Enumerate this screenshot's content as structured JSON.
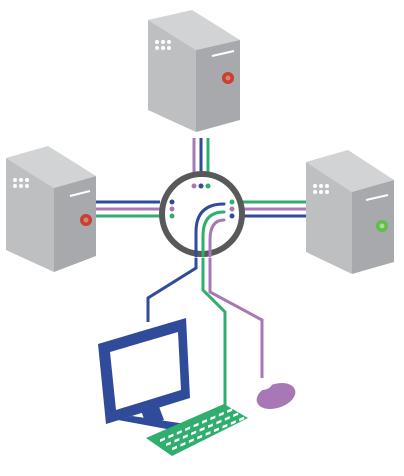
{
  "colors": {
    "background": "#ffffff",
    "server_body": "#a7a9ac",
    "server_side": "#bdbfc1",
    "server_top": "#d1d3d4",
    "server_shadow": "#8f9194",
    "server_detail": "#ffffff",
    "power_off": "#c8402e",
    "power_on": "#5fbf4a",
    "hub_ring": "#58595b",
    "video_cable": "#2f4b9a",
    "keyboard_cable": "#2fae6e",
    "mouse_cable": "#a877b5",
    "monitor": "#2f4b9a",
    "keyboard": "#2fae6e",
    "mouse": "#a877b5"
  },
  "nodes": [
    {
      "id": "server-top",
      "type": "computer-tower",
      "icon": "server-tower-icon",
      "power_light": "red"
    },
    {
      "id": "server-left",
      "type": "computer-tower",
      "icon": "server-tower-icon",
      "power_light": "red"
    },
    {
      "id": "server-right",
      "type": "computer-tower",
      "icon": "server-tower-icon",
      "power_light": "green"
    },
    {
      "id": "kvm-switch",
      "type": "hub",
      "icon": "kvm-switch-icon"
    },
    {
      "id": "monitor",
      "type": "display",
      "icon": "monitor-icon"
    },
    {
      "id": "keyboard",
      "type": "input",
      "icon": "keyboard-icon"
    },
    {
      "id": "mouse",
      "type": "input",
      "icon": "mouse-icon"
    }
  ],
  "connections": [
    {
      "from": "server-top",
      "to": "kvm-switch",
      "cables": [
        "mouse",
        "video",
        "keyboard"
      ]
    },
    {
      "from": "server-left",
      "to": "kvm-switch",
      "cables": [
        "video",
        "mouse",
        "keyboard"
      ]
    },
    {
      "from": "server-right",
      "to": "kvm-switch",
      "cables": [
        "keyboard",
        "mouse",
        "video"
      ]
    },
    {
      "from": "kvm-switch",
      "to": "monitor",
      "cables": [
        "video"
      ]
    },
    {
      "from": "kvm-switch",
      "to": "keyboard",
      "cables": [
        "keyboard"
      ]
    },
    {
      "from": "kvm-switch",
      "to": "mouse",
      "cables": [
        "mouse"
      ]
    }
  ]
}
